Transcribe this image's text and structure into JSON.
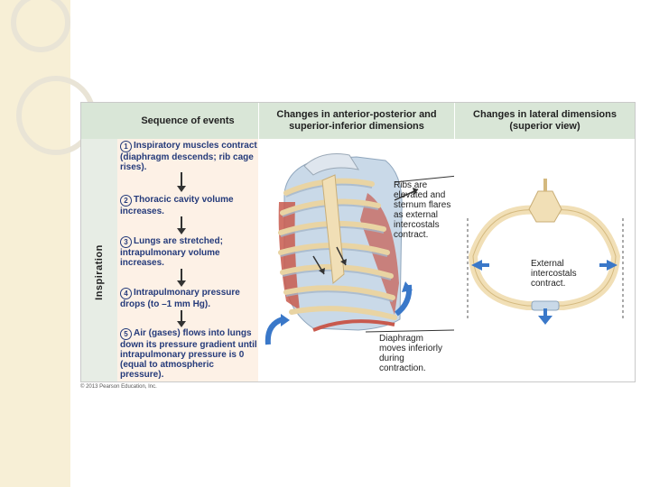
{
  "headers": {
    "sequence": "Sequence of events",
    "anterior": "Changes in anterior-posterior and superior-inferior dimensions",
    "lateral": "Changes in lateral dimensions (superior view)"
  },
  "row_label": "Inspiration",
  "steps": [
    {
      "num": "1",
      "text": "Inspiratory muscles contract (diaphragm descends; rib cage rises)."
    },
    {
      "num": "2",
      "text": "Thoracic cavity volume increases."
    },
    {
      "num": "3",
      "text": "Lungs are stretched; intrapulmonary volume increases."
    },
    {
      "num": "4",
      "text": "Intrapulmonary pressure drops (to –1 mm Hg)."
    },
    {
      "num": "5",
      "text": "Air (gases) flows into lungs down its pressure gradient until intrapulmonary pressure is 0 (equal to atmospheric pressure)."
    }
  ],
  "annotations": {
    "ribs": "Ribs are elevated and sternum flares as external intercostals contract.",
    "diaphragm": "Diaphragm moves inferiorly during contraction.",
    "external": "External intercostals contract."
  },
  "copyright": "© 2013 Pearson Education, Inc.",
  "colors": {
    "header_bg": "#d9e6d7",
    "events_bg": "#fdf1e6",
    "step_text": "#243a7a",
    "arrow_blue": "#3a78c9",
    "muscle": "#c85a4e",
    "bone": "#f1dfb6",
    "lung": "#c9d9e8"
  }
}
